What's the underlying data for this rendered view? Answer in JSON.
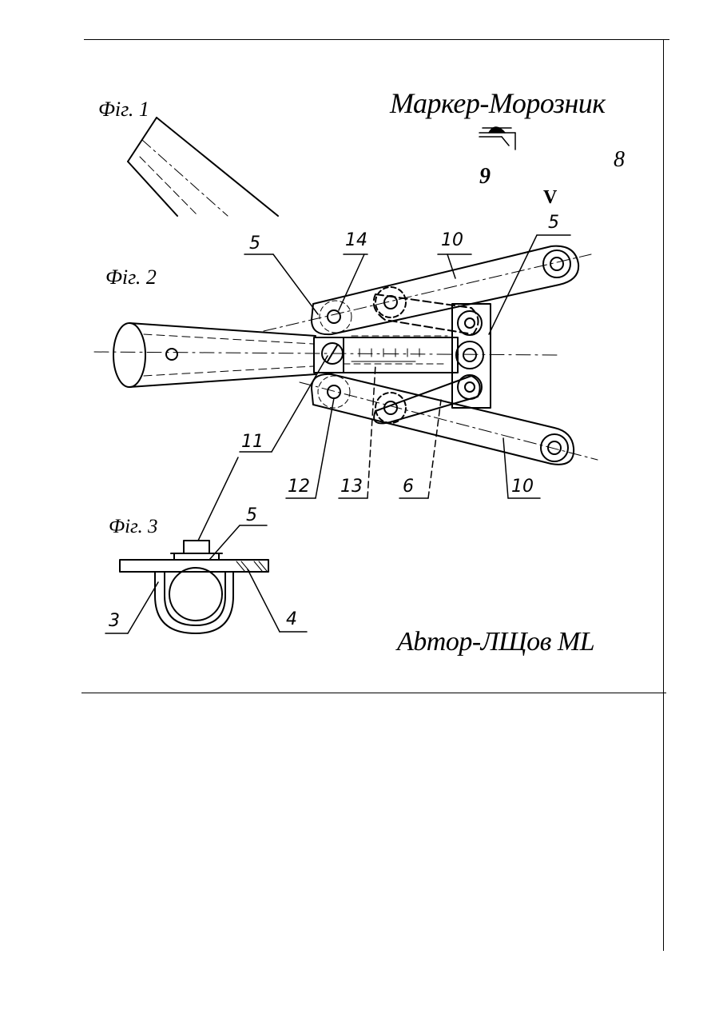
{
  "title": "Маркер-Морозник",
  "author": "Аbтор-ЛЩов ML",
  "sheet_number": "8",
  "figure_marker": "9",
  "view_letter": "V",
  "figures": {
    "fig1": "Фіг. 1",
    "fig2": "Фіг. 2",
    "fig3": "Фіг. 3"
  },
  "callouts": {
    "fig2": [
      "5",
      "14",
      "10",
      "5",
      "11",
      "12",
      "13",
      "6",
      "10"
    ],
    "fig3": [
      "5",
      "3",
      "4"
    ]
  },
  "colors": {
    "ink": "#000000",
    "paper": "#ffffff"
  }
}
